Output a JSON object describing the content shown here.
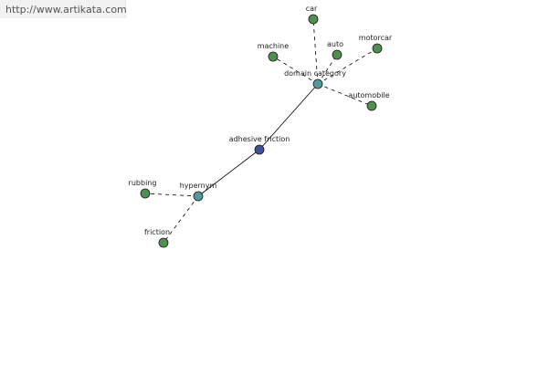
{
  "header": {
    "url": "http://www.artikata.com"
  },
  "colors": {
    "center_node": "#3d4f9a",
    "relation_node": "#4f9a9a",
    "leaf_node": "#4f8f4f",
    "edge": "#000000",
    "banner_bg": "#f2f2f2",
    "banner_text": "#555555"
  },
  "graph": {
    "nodes": [
      {
        "id": "adhesive-friction",
        "label": "adhesive friction",
        "kind": "center"
      },
      {
        "id": "domain-category",
        "label": "domain category",
        "kind": "relation"
      },
      {
        "id": "hypernym",
        "label": "hypernym",
        "kind": "relation"
      },
      {
        "id": "car",
        "label": "car",
        "kind": "leaf"
      },
      {
        "id": "machine",
        "label": "machine",
        "kind": "leaf"
      },
      {
        "id": "auto",
        "label": "auto",
        "kind": "leaf"
      },
      {
        "id": "motorcar",
        "label": "motorcar",
        "kind": "leaf"
      },
      {
        "id": "automobile",
        "label": "automobile",
        "kind": "leaf"
      },
      {
        "id": "rubbing",
        "label": "rubbing",
        "kind": "leaf"
      },
      {
        "id": "friction",
        "label": "friction",
        "kind": "leaf"
      }
    ],
    "edges": [
      {
        "from": "adhesive-friction",
        "to": "domain-category",
        "style": "solid"
      },
      {
        "from": "adhesive-friction",
        "to": "hypernym",
        "style": "solid"
      },
      {
        "from": "domain-category",
        "to": "car",
        "style": "dashed"
      },
      {
        "from": "domain-category",
        "to": "machine",
        "style": "dashed"
      },
      {
        "from": "domain-category",
        "to": "auto",
        "style": "dashed"
      },
      {
        "from": "domain-category",
        "to": "motorcar",
        "style": "dashed"
      },
      {
        "from": "domain-category",
        "to": "automobile",
        "style": "dashed"
      },
      {
        "from": "hypernym",
        "to": "rubbing",
        "style": "dashed"
      },
      {
        "from": "hypernym",
        "to": "friction",
        "style": "dashed"
      }
    ]
  }
}
